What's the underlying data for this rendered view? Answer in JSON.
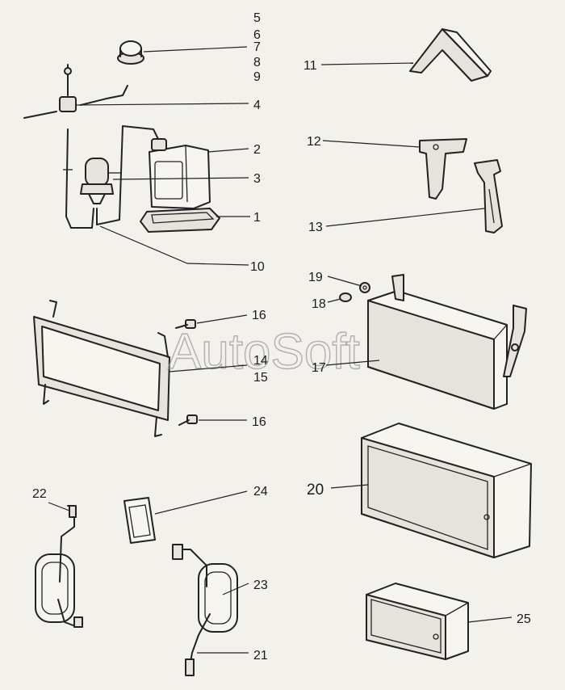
{
  "watermark": "AutoSoft",
  "callouts": {
    "c1": "1",
    "c2": "2",
    "c3": "3",
    "c4": "4",
    "c5": "5",
    "c6": "6",
    "c7": "7",
    "c8": "8",
    "c9": "9",
    "c10": "10",
    "c11": "11",
    "c12": "12",
    "c13": "13",
    "c14": "14",
    "c15": "15",
    "c16a": "16",
    "c16b": "16",
    "c17": "17",
    "c18": "18",
    "c19": "19",
    "c20": "20",
    "c21": "21",
    "c22": "22",
    "c23": "23",
    "c24": "24",
    "c25": "25"
  }
}
